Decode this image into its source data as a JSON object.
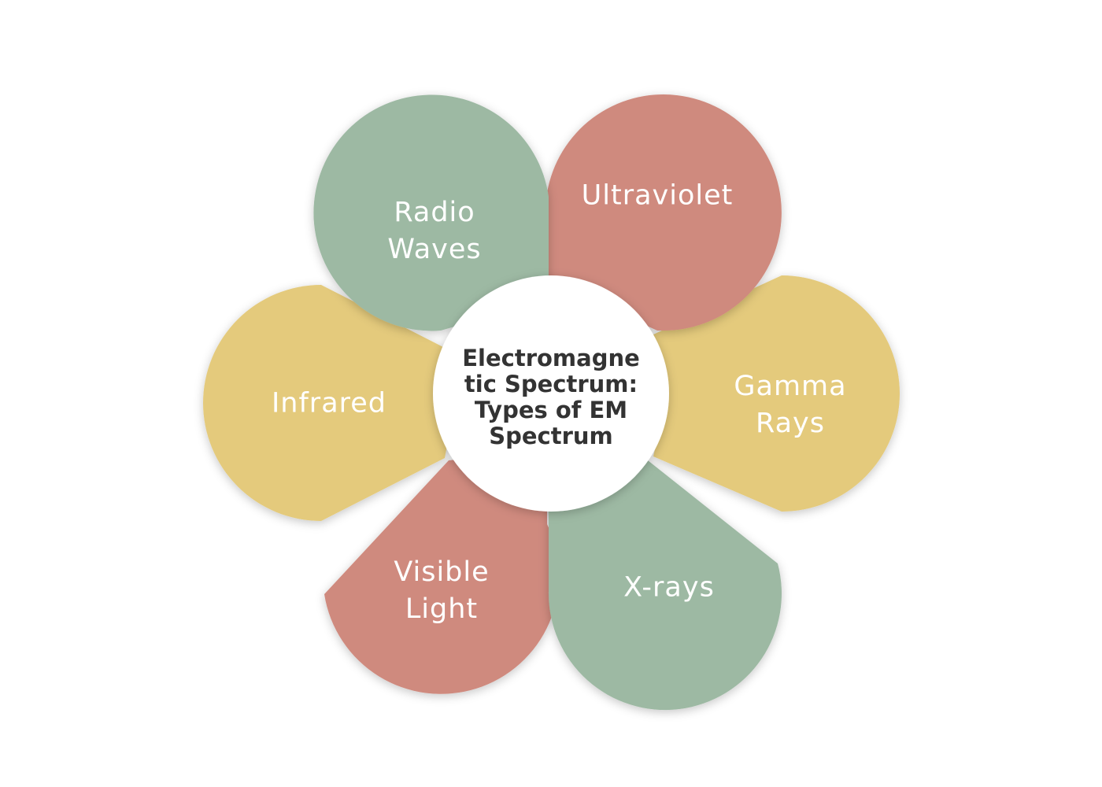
{
  "diagram": {
    "center": {
      "lines": [
        "Electromagne",
        "tic Spectrum:",
        "Types of EM",
        "Spectrum"
      ]
    },
    "petals": [
      {
        "id": "radio-waves",
        "lines": [
          "Radio",
          "Waves"
        ],
        "color": "#9db9a3"
      },
      {
        "id": "ultraviolet",
        "lines": [
          "Ultraviolet"
        ],
        "color": "#cf8a7e"
      },
      {
        "id": "gamma-rays",
        "lines": [
          "Gamma",
          "Rays"
        ],
        "color": "#e4ca7c"
      },
      {
        "id": "x-rays",
        "lines": [
          "X-rays"
        ],
        "color": "#9db9a3"
      },
      {
        "id": "visible-light",
        "lines": [
          "Visible",
          "Light"
        ],
        "color": "#cf8a7e"
      },
      {
        "id": "infrared",
        "lines": [
          "Infrared"
        ],
        "color": "#e4ca7c"
      }
    ],
    "colors": {
      "green": "#9db9a3",
      "red": "#cf8a7e",
      "yellow": "#e4ca7c",
      "center_fill": "#ffffff",
      "center_text": "#333333",
      "petal_text": "#ffffff"
    }
  }
}
